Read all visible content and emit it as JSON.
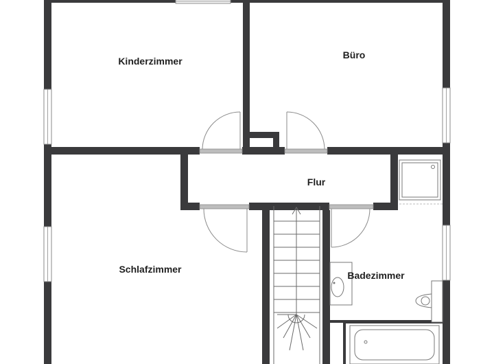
{
  "floorplan": {
    "rooms": {
      "kinderzimmer": "Kinderzimmer",
      "buero": "Büro",
      "flur": "Flur",
      "schlafzimmer": "Schlafzimmer",
      "badezimmer": "Badezimmer"
    }
  }
}
